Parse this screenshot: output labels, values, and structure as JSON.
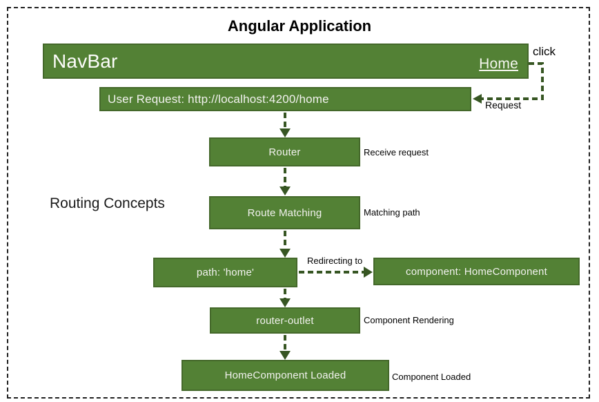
{
  "title": "Angular Application",
  "diagram_label": "Routing Concepts",
  "colors": {
    "box_fill": "#538135",
    "box_border": "#44682a",
    "arrow": "#375623",
    "frame_border": "#1f1f1f",
    "box_text": "#f2f2ef",
    "label_text": "#000000"
  },
  "navbar": {
    "title": "NavBar",
    "home_link": "Home"
  },
  "url_bar": "User Request: http://localhost:4200/home",
  "annotations": {
    "click": "click",
    "request": "Request",
    "redirecting_to": "Redirecting to"
  },
  "nodes": {
    "router": {
      "label": "Router",
      "note": "Receive request"
    },
    "route_matching": {
      "label": "Route Matching",
      "note": "Matching path"
    },
    "path_home": {
      "label": "path: 'home'"
    },
    "component": {
      "label": "component: HomeComponent"
    },
    "router_outlet": {
      "label": "router-outlet",
      "note": "Component Rendering"
    },
    "home_loaded": {
      "label": "HomeComponent Loaded",
      "note": "Component Loaded"
    }
  }
}
